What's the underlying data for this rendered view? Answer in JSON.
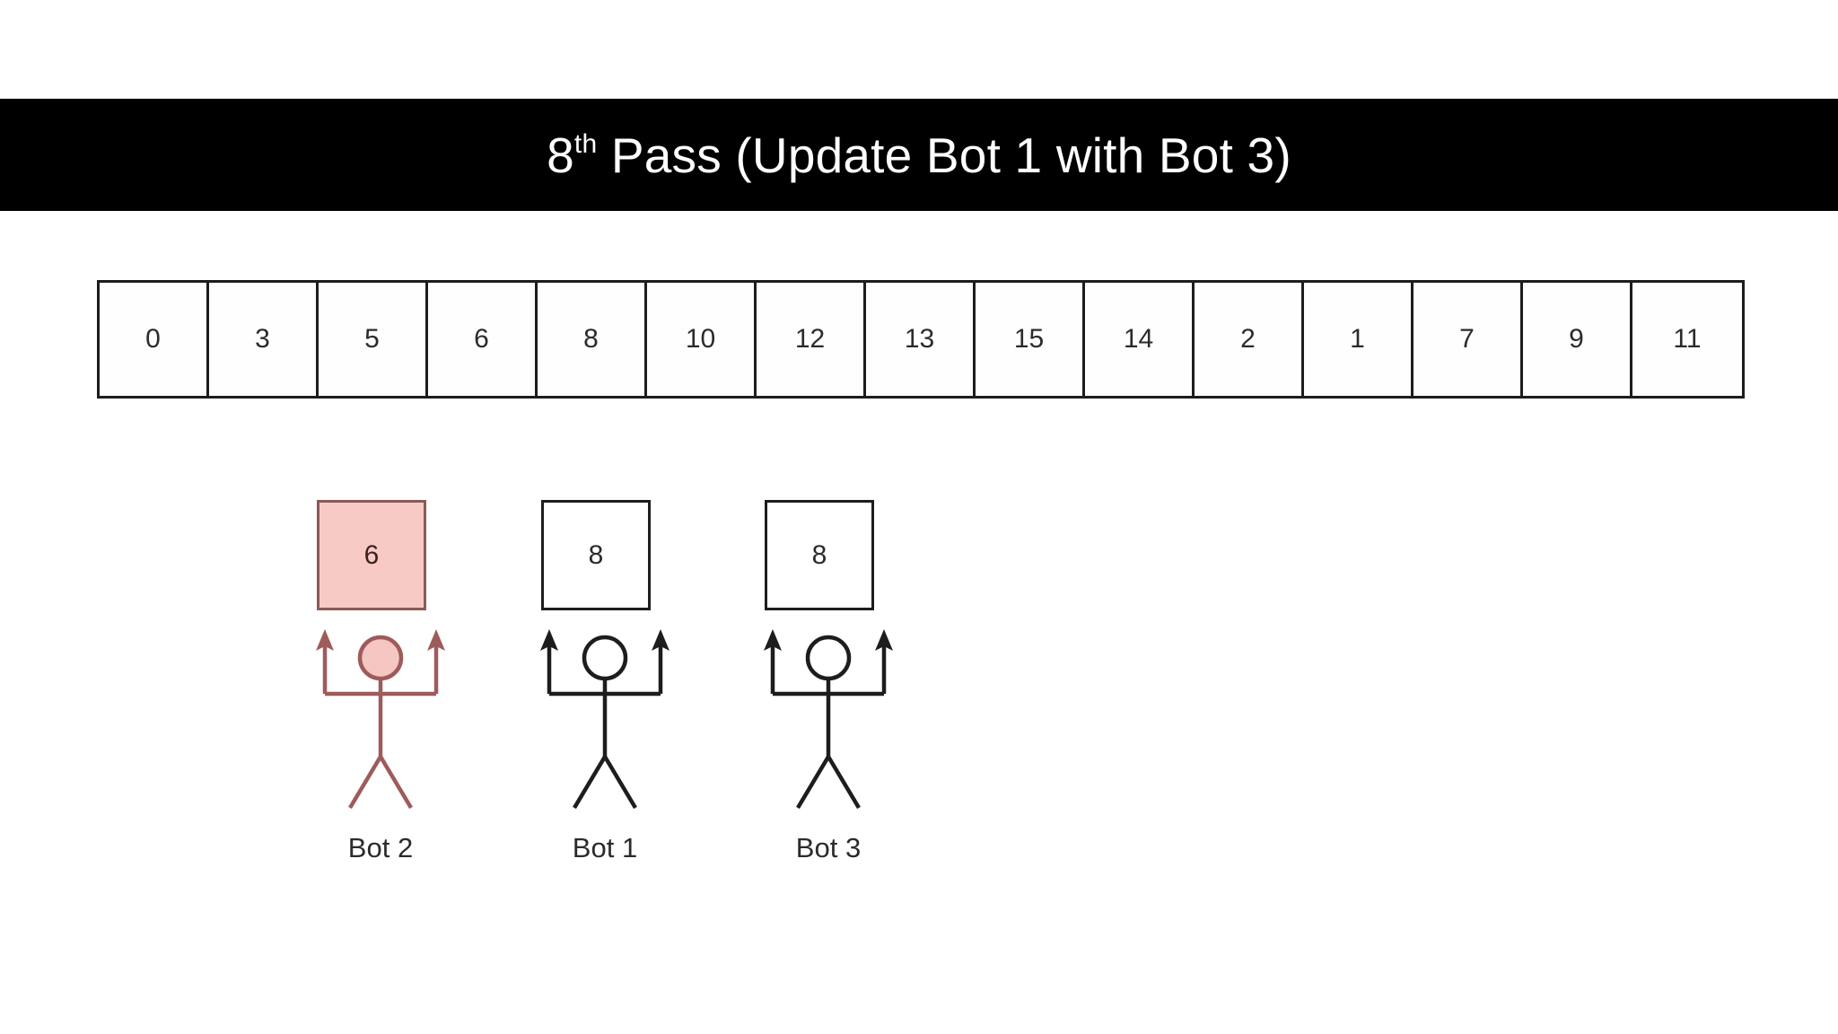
{
  "slide": {
    "title_number": "8",
    "title_ordinal_suffix": "th",
    "title_rest": " Pass (Update Bot 1 with Bot 3)",
    "title_full": "8th Pass (Update Bot 1 with Bot 3)",
    "background_color": "#ffffff",
    "title_bar_color": "#000000",
    "title_text_color": "#ffffff"
  },
  "array": {
    "name": "data-array",
    "cells": [
      {
        "value": "0"
      },
      {
        "value": "3"
      },
      {
        "value": "5"
      },
      {
        "value": "6"
      },
      {
        "value": "8"
      },
      {
        "value": "10"
      },
      {
        "value": "12"
      },
      {
        "value": "13"
      },
      {
        "value": "15"
      },
      {
        "value": "14"
      },
      {
        "value": "2"
      },
      {
        "value": "1"
      },
      {
        "value": "7"
      },
      {
        "value": "9"
      },
      {
        "value": "11"
      }
    ],
    "border_color": "#1d1d1d",
    "cell_fill": "#fefefe",
    "text_color": "#2b2b2b"
  },
  "bots": [
    {
      "label": "Bot 2",
      "box_value": "6",
      "highlighted": true,
      "stroke_color": "#9e5b5b",
      "head_fill": "#f5c6c2",
      "box_fill": "#f7cac6"
    },
    {
      "label": "Bot 1",
      "box_value": "8",
      "highlighted": false,
      "stroke_color": "#1d1d1d",
      "head_fill": "#ffffff",
      "box_fill": "#ffffff"
    },
    {
      "label": "Bot 3",
      "box_value": "8",
      "highlighted": false,
      "stroke_color": "#1d1d1d",
      "head_fill": "#ffffff",
      "box_fill": "#ffffff"
    }
  ]
}
